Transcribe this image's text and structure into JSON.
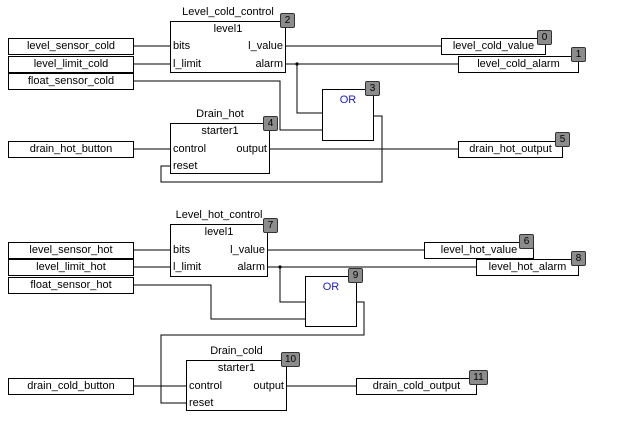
{
  "inputs": {
    "level_sensor_cold": "level_sensor_cold",
    "level_limit_cold": "level_limit_cold",
    "float_sensor_cold": "float_sensor_cold",
    "drain_hot_button": "drain_hot_button",
    "level_sensor_hot": "level_sensor_hot",
    "level_limit_hot": "level_limit_hot",
    "float_sensor_hot": "float_sensor_hot",
    "drain_cold_button": "drain_cold_button"
  },
  "outputs": {
    "level_cold_value": "level_cold_value",
    "level_cold_alarm": "level_cold_alarm",
    "drain_hot_output": "drain_hot_output",
    "level_hot_value": "level_hot_value",
    "level_hot_alarm": "level_hot_alarm",
    "drain_cold_output": "drain_cold_output"
  },
  "blocks": {
    "level_cold_control": {
      "title": "Level_cold_control",
      "instance": "level1",
      "pin_bits": "bits",
      "pin_limit": "l_limit",
      "pin_value": "l_value",
      "pin_alarm": "alarm"
    },
    "drain_hot": {
      "title": "Drain_hot",
      "instance": "starter1",
      "pin_control": "control",
      "pin_reset": "reset",
      "pin_output": "output"
    },
    "or_cold": {
      "label": "OR"
    },
    "level_hot_control": {
      "title": "Level_hot_control",
      "instance": "level1",
      "pin_bits": "bits",
      "pin_limit": "l_limit",
      "pin_value": "l_value",
      "pin_alarm": "alarm"
    },
    "or_hot": {
      "label": "OR"
    },
    "drain_cold": {
      "title": "Drain_cold",
      "instance": "starter1",
      "pin_control": "control",
      "pin_reset": "reset",
      "pin_output": "output"
    }
  },
  "badges": {
    "level_cold_value": "0",
    "level_cold_alarm": "1",
    "level_cold_control": "2",
    "or_cold": "3",
    "drain_hot": "4",
    "drain_hot_output": "5",
    "level_hot_value": "6",
    "level_hot_control": "7",
    "level_hot_alarm": "8",
    "or_hot": "9",
    "drain_cold": "10",
    "drain_cold_output": "11"
  }
}
